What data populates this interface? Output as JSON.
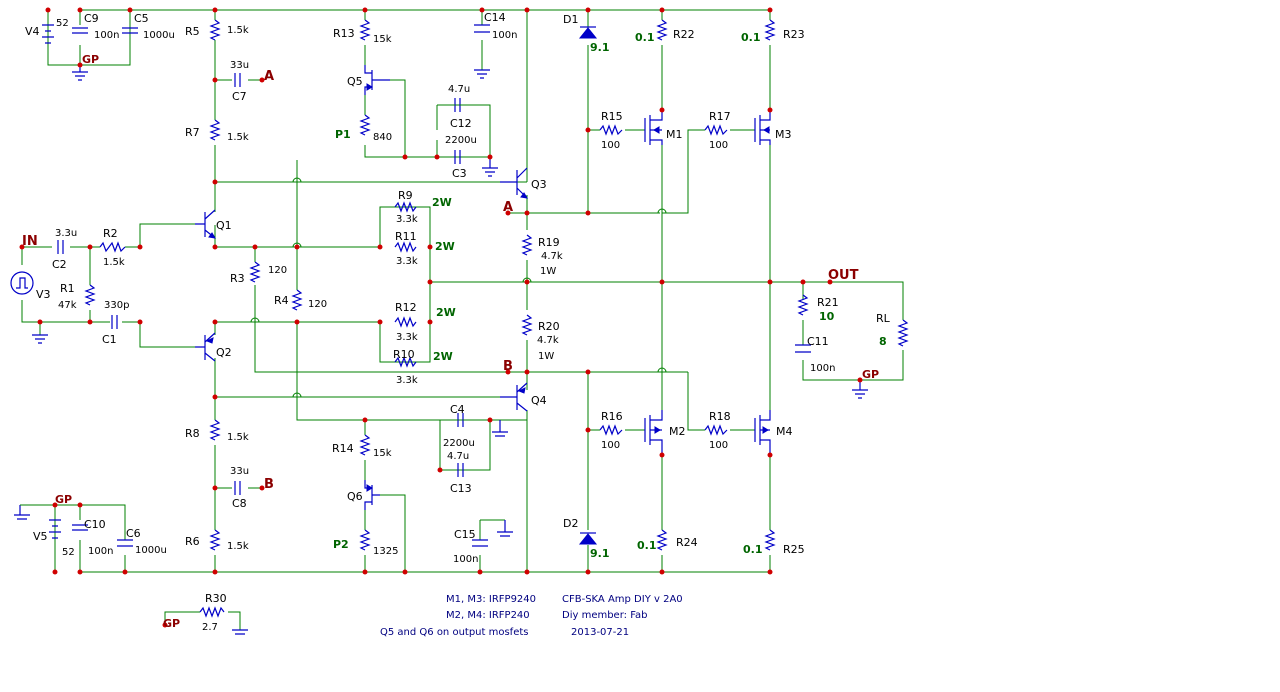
{
  "colors": {
    "wire": "#008000",
    "component": "#0000c8",
    "junction": "#d00000",
    "net_label": "#8b0000",
    "note": "#000080"
  },
  "labels": {
    "v4": "V4",
    "v4_val": "52",
    "c9": "C9",
    "c9_val": "100n",
    "c5": "C5",
    "c5_val": "1000u",
    "gp_top": "GP",
    "r5": "R5",
    "r5_val": "1.5k",
    "c7": "C7",
    "c7_val": "33u",
    "a_top": "A",
    "r7": "R7",
    "r7_val": "1.5k",
    "r13": "R13",
    "r13_val": "15k",
    "q5": "Q5",
    "p1": "P1",
    "p1_val": "840",
    "c12": "C12",
    "c12_val": "4.7u",
    "c3": "C3",
    "c3_val": "2200u",
    "c14": "C14",
    "c14_val": "100n",
    "q3": "Q3",
    "a_mid": "A",
    "r9": "R9",
    "r9_val": "3.3k",
    "r9_w": "2W",
    "r11": "R11",
    "r11_val": "3.3k",
    "r11_w": "2W",
    "q1": "Q1",
    "in": "IN",
    "c2": "C2",
    "c2_val": "3.3u",
    "r2": "R2",
    "r2_val": "1.5k",
    "r1": "R1",
    "r1_val": "47k",
    "v3": "V3",
    "c1": "C1",
    "c1_val": "330p",
    "r3": "R3",
    "r3_val": "120",
    "r4": "R4",
    "r4_val": "120",
    "r12": "R12",
    "r12_val": "3.3k",
    "r12_w": "2W",
    "r10": "R10",
    "r10_val": "3.3k",
    "r10_w": "2W",
    "q2": "Q2",
    "r19": "R19",
    "r19_val": "4.7k",
    "r19_w": "1W",
    "r20": "R20",
    "r20_val": "4.7k",
    "r20_w": "1W",
    "b_mid": "B",
    "q4": "Q4",
    "r8": "R8",
    "r8_val": "1.5k",
    "c8": "C8",
    "c8_val": "33u",
    "b_low": "B",
    "c4": "C4",
    "c4_val": "2200u",
    "c13": "C13",
    "c13_val": "4.7u",
    "r14": "R14",
    "r14_val": "15k",
    "q6": "Q6",
    "p2": "P2",
    "p2_val": "1325",
    "gp_bot": "GP",
    "v5": "V5",
    "v5_val": "52",
    "c10": "C10",
    "c10_val": "100n",
    "c6": "C6",
    "c6_val": "1000u",
    "r6": "R6",
    "r6_val": "1.5k",
    "c15": "C15",
    "c15_val": "100n",
    "r30": "R30",
    "r30_val": "2.7",
    "gp_r30": "GP",
    "d1": "D1",
    "d1_val": "9.1",
    "d2": "D2",
    "d2_val": "9.1",
    "r22": "R22",
    "r22_val": "0.1",
    "r23": "R23",
    "r23_val": "0.1",
    "r15": "R15",
    "r15_val": "100",
    "m1": "M1",
    "r17": "R17",
    "r17_val": "100",
    "m3": "M3",
    "out": "OUT",
    "r21": "R21",
    "r21_val": "10",
    "rl": "RL",
    "rl_val": "8",
    "c11": "C11",
    "c11_val": "100n",
    "gp_out": "GP",
    "r16": "R16",
    "r16_val": "100",
    "m2": "M2",
    "r18": "R18",
    "r18_val": "100",
    "m4": "M4",
    "r24": "R24",
    "r24_val": "0.1",
    "r25": "R25",
    "r25_val": "0.1"
  },
  "notes": {
    "n1": "M1, M3: IRFP9240",
    "n2": "M2, M4: IRFP240",
    "n3": "Q5 and Q6 on output mosfets",
    "n4": "CFB-SKA Amp DIY v 2A0",
    "n5": "Diy member: Fab",
    "n6": "2013-07-21"
  }
}
